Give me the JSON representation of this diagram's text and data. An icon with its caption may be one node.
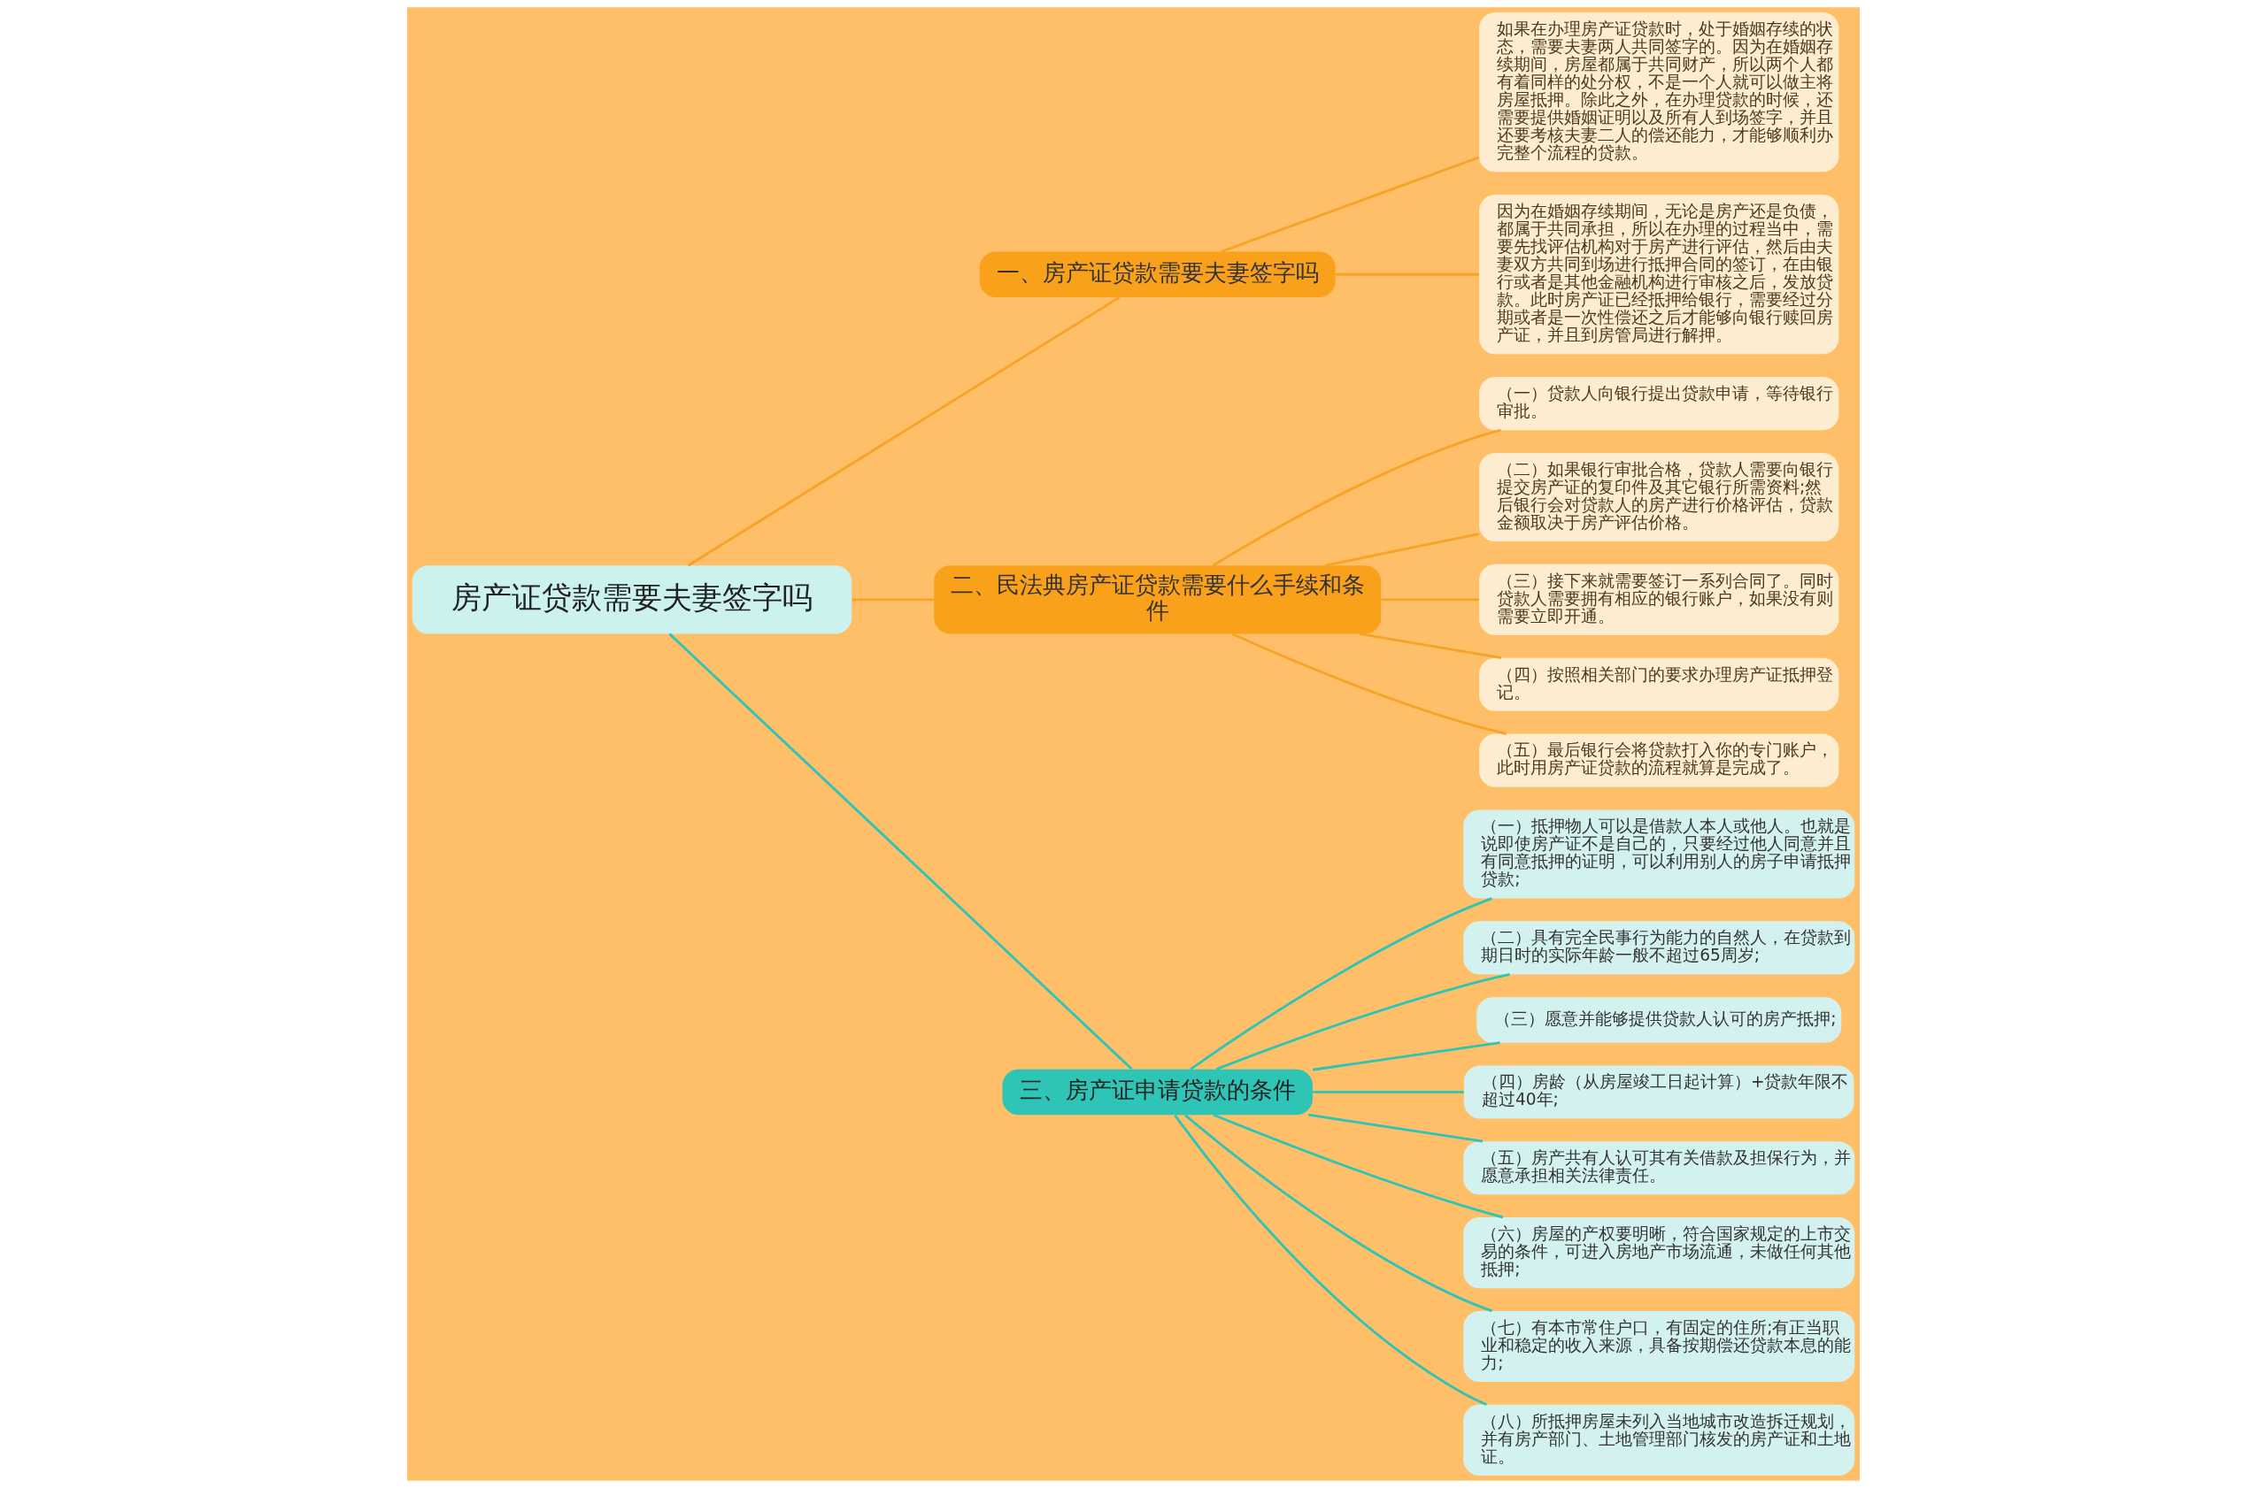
{
  "diagram": {
    "nodes": [
      {
        "text": [
          "房产证贷款需要夫妻签字吗"
        ]
      },
      {
        "text": [
          "一、房产证贷款需要夫妻签字吗"
        ]
      },
      {
        "text": [
          "如果在办理房产证贷款时，处于婚姻存续的状态，需要夫妻两人共同签字的。因为在婚姻存续期间，房屋都属于共同财产，所以两个人都有着同样的处分权，不是一个人就可以做主将房屋抵押。除此之外，在办理贷款的时候，还需要提供婚姻证明以及所有人到场签字，并且还要考核夫妻二人的偿还能力，才能够顺利办完整个流程的贷款。"
        ]
      },
      {
        "text": [
          "因为在婚姻存续期间，无论是房产还是负债，都属于共同承担，所以在办理的过程当中，需要先找评估机构对于房产进行评估，然后由夫妻双方共同到场进行抵押合同的签订，在由银行或者是其他金融机构进行审核之后，发放贷款。此时房产证已经抵押给银行，需要经过分期或者是一次性偿还之后才能够向银行赎回房产证，并且到房管局进行解押。"
        ]
      },
      {
        "text": [
          "二、民法典房产证贷款需要什么手续和条件"
        ]
      },
      {
        "text": [
          "（一）贷款人向银行提出贷款申请，等待银行审批。"
        ]
      },
      {
        "text": [
          "（二）如果银行审批合格，贷款人需要向银行提交房产证的复印件及其它银行所需资料;然后银行会对贷款人的房产进行价格评估，贷款金额取决于房产评估价格。"
        ]
      },
      {
        "text": [
          "（三）接下来就需要签订一系列合同了。同时贷款人需要拥有相应的银行账户，如果没有则需要立即开通。"
        ]
      },
      {
        "text": [
          "（四）按照相关部门的要求办理房产证抵押登记。"
        ]
      },
      {
        "text": [
          "（五）最后银行会将贷款打入你的专门账户，此时用房产证贷款的流程就算是完成了。"
        ]
      },
      {
        "text": [
          "三、房产证申请贷款的条件"
        ]
      },
      {
        "text": [
          "（一）抵押物人可以是借款人本人或他人。也就是说即使房产证不是自己的，只要经过他人同意并且有同意抵押的证明，可以利用别人的房子申请抵押贷款;"
        ]
      },
      {
        "text": [
          "（二）具有完全民事行为能力的自然人，在贷款到期日时的实际年龄一般不超过65周岁;"
        ]
      },
      {
        "text": [
          "（三）愿意并能够提供贷款人认可的房产抵押;"
        ]
      },
      {
        "text": [
          "（四）房龄（从房屋竣工日起计算）+贷款年限不超过40年;"
        ]
      },
      {
        "text": [
          "（五）房产共有人认可其有关借款及担保行为，并愿意承担相关法律责任。"
        ]
      },
      {
        "text": [
          "（六）房屋的产权要明晰，符合国家规定的上市交易的条件，可进入房地产市场流通，未做任何其他抵押;"
        ]
      },
      {
        "text": [
          "（七）有本市常住户口，有固定的住所;有正当职业和稳定的收入来源，具备按期偿还贷款本息的能力;"
        ]
      },
      {
        "text": [
          "（八）所抵押房屋未列入当地城市改造拆迁规划，并有房产部门、土地管理部门核发的房产证和土地证。"
        ]
      }
    ],
    "edges": [
      {
        "from": 0,
        "to": 1,
        "arrow": "none",
        "color": "#f7a325"
      },
      {
        "from": 1,
        "to": 2,
        "arrow": "none",
        "color": "#f7a325"
      },
      {
        "from": 1,
        "to": 3,
        "arrow": "none",
        "color": "#f7a325"
      },
      {
        "from": 0,
        "to": 4,
        "arrow": "none",
        "color": "#f7a325"
      },
      {
        "from": 4,
        "to": 5,
        "arrow": "none",
        "color": "#f7a325"
      },
      {
        "from": 4,
        "to": 6,
        "arrow": "none",
        "color": "#f7a325"
      },
      {
        "from": 4,
        "to": 7,
        "arrow": "none",
        "color": "#f7a325"
      },
      {
        "from": 4,
        "to": 8,
        "arrow": "none",
        "color": "#f7a325"
      },
      {
        "from": 4,
        "to": 9,
        "arrow": "none",
        "color": "#f7a325"
      },
      {
        "from": 0,
        "to": 10,
        "arrow": "none",
        "color": "#2ec4b6"
      },
      {
        "from": 10,
        "to": 11,
        "arrow": "none",
        "color": "#2ec4b6"
      },
      {
        "from": 10,
        "to": 12,
        "arrow": "none",
        "color": "#2ec4b6"
      },
      {
        "from": 10,
        "to": 13,
        "arrow": "none",
        "color": "#2ec4b6"
      },
      {
        "from": 10,
        "to": 14,
        "arrow": "none",
        "color": "#2ec4b6"
      },
      {
        "from": 10,
        "to": 15,
        "arrow": "none",
        "color": "#2ec4b6"
      },
      {
        "from": 10,
        "to": 16,
        "arrow": "none",
        "color": "#2ec4b6"
      },
      {
        "from": 10,
        "to": 17,
        "arrow": "none",
        "color": "#2ec4b6"
      },
      {
        "from": 10,
        "to": 18,
        "arrow": "none",
        "color": "#2ec4b6"
      }
    ]
  }
}
